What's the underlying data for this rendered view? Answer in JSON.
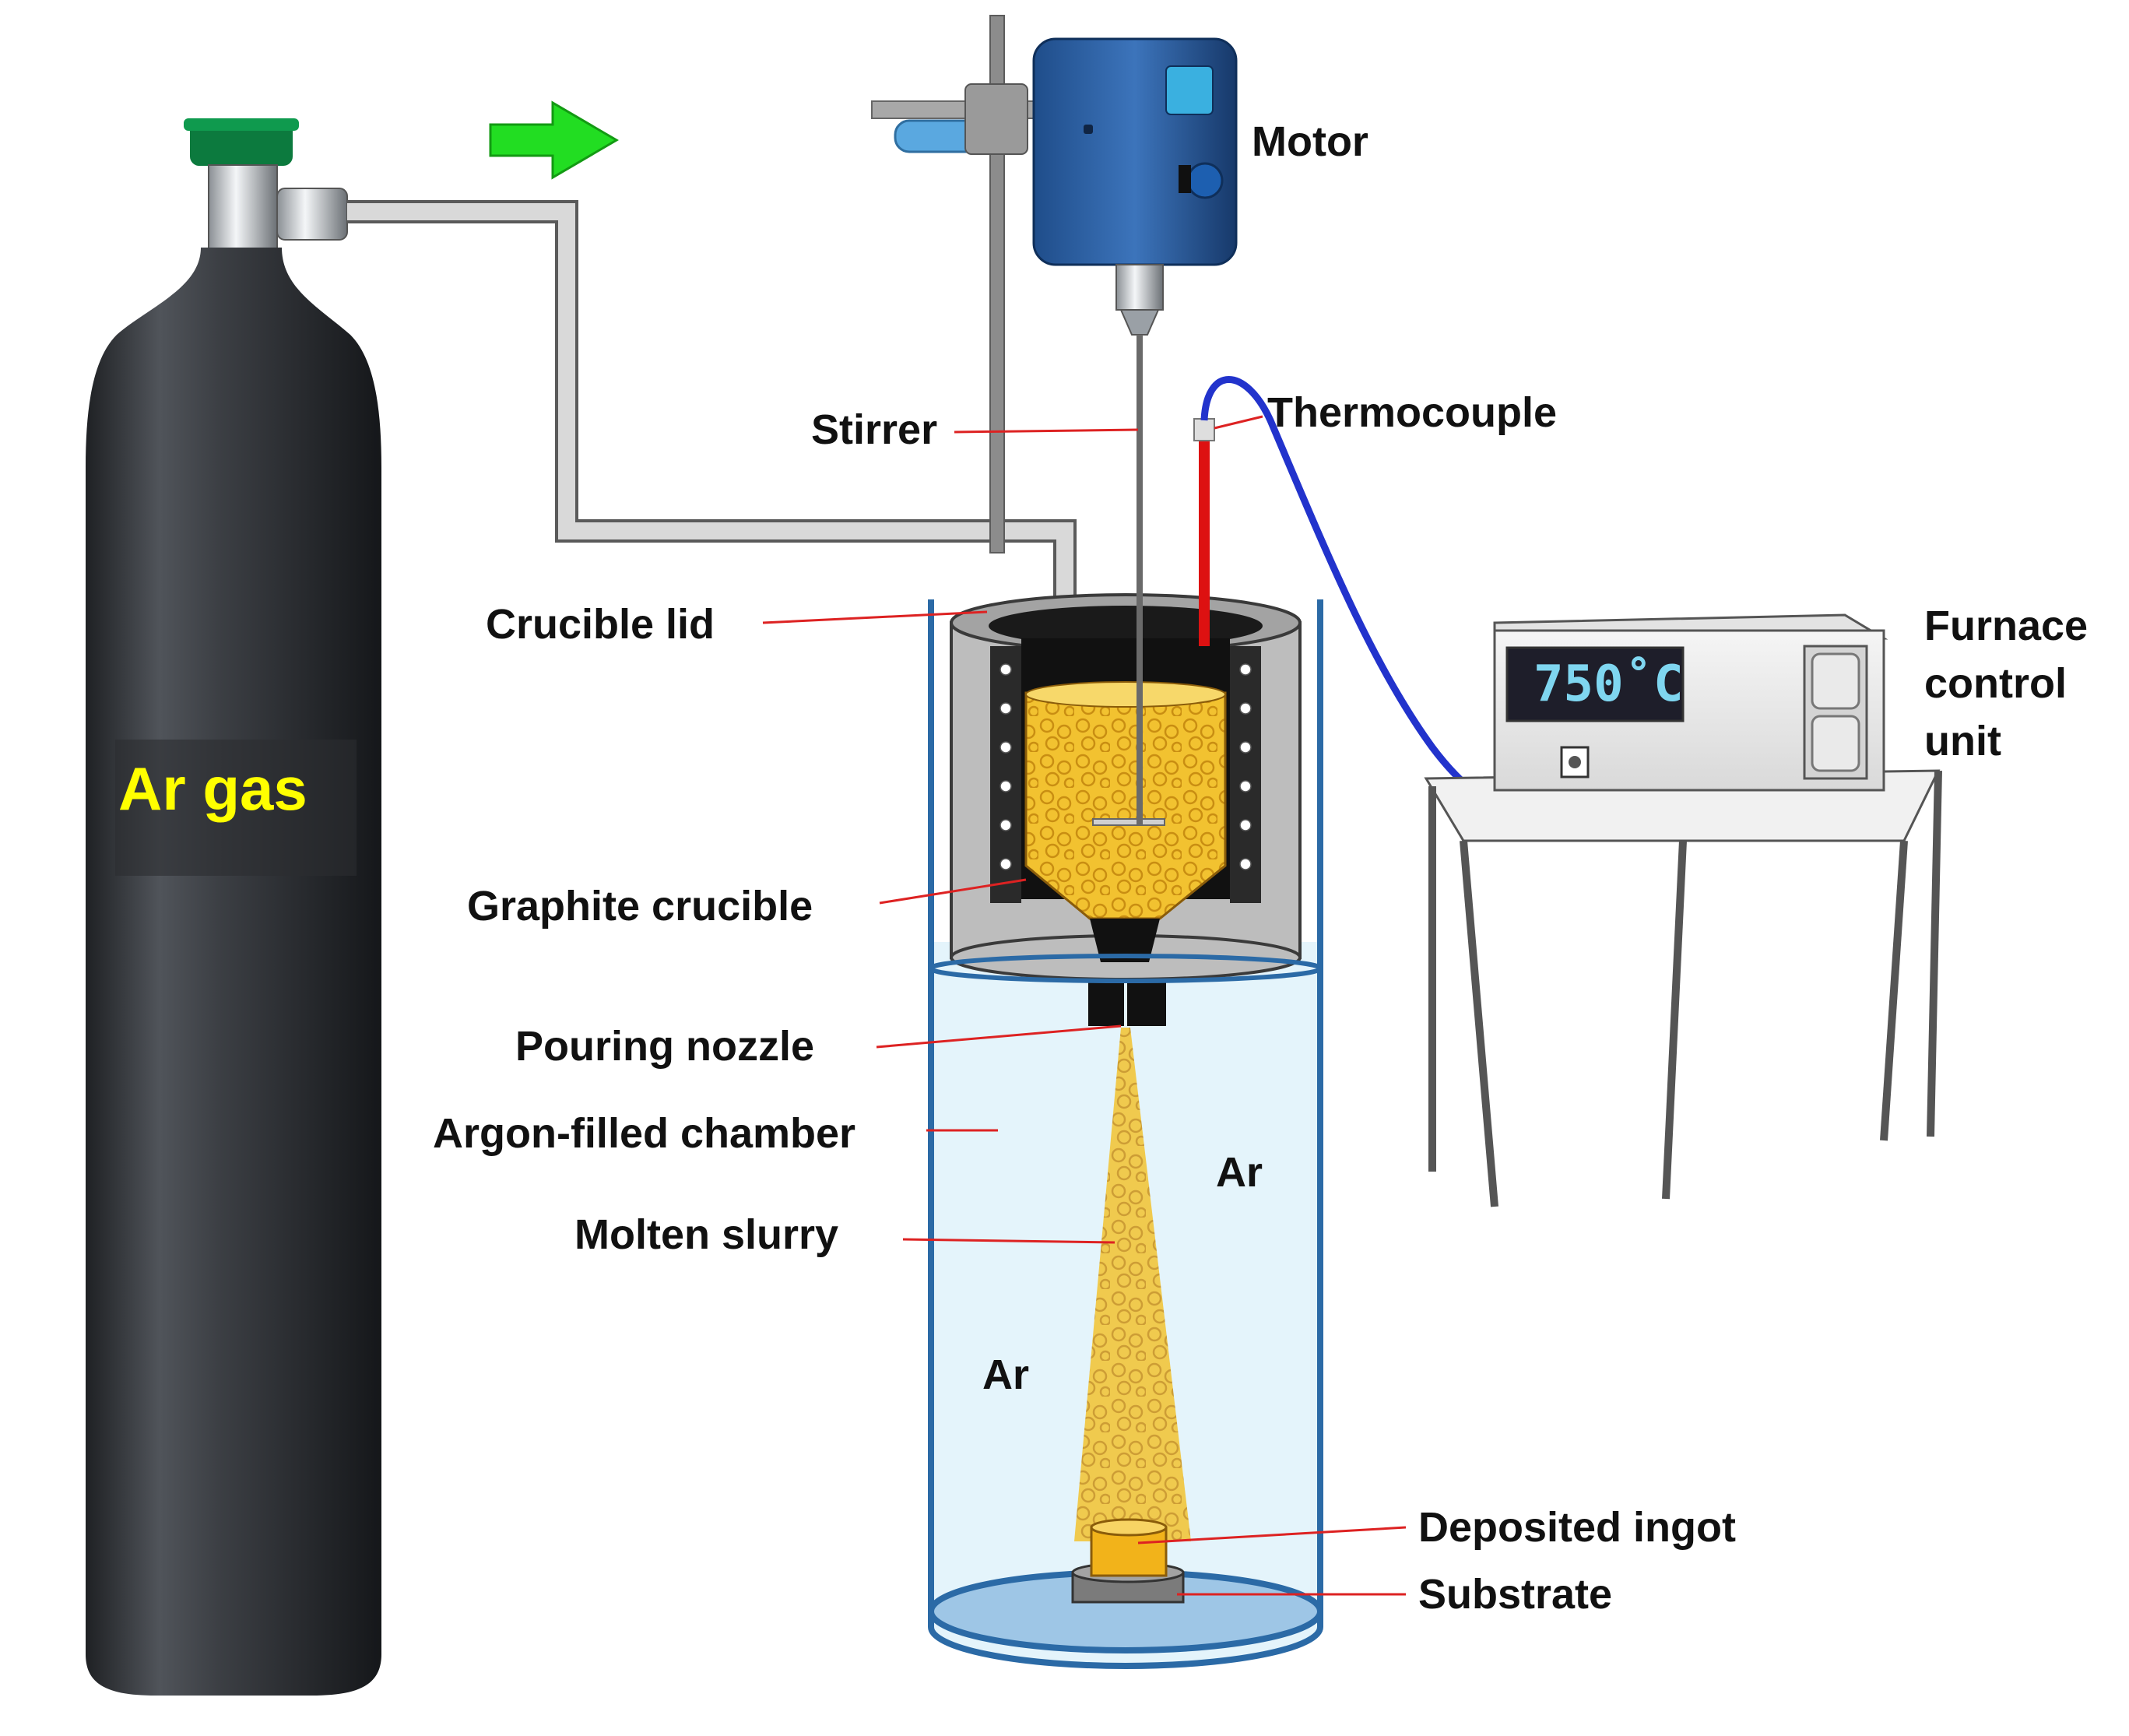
{
  "labels": {
    "motor": "Motor",
    "stirrer": "Stirrer",
    "thermocouple": "Thermocouple",
    "crucible_lid": "Crucible lid",
    "graphite_crucible": "Graphite crucible",
    "pouring_nozzle": "Pouring nozzle",
    "argon_chamber": "Argon-filled chamber",
    "molten_slurry": "Molten slurry",
    "deposited_ingot": "Deposited ingot",
    "substrate": "Substrate",
    "furnace_line1": "Furnace",
    "furnace_line2": "control",
    "furnace_line3": "unit",
    "ar_upper": "Ar",
    "ar_lower": "Ar"
  },
  "cylinder_label": "Ar gas",
  "furnace_display": "750˚C",
  "icons": [
    "gas-flow-arrow-icon",
    "control-knob-icon",
    "power-socket-icon"
  ],
  "colors": {
    "cylinder": "#3a3d40",
    "valve_cap": "#0c7a3e",
    "flow_arrow": "#22dd22",
    "chamber_fill": "#e4f4fb",
    "chamber_outline": "#2b6aa6",
    "slurry": "#f2c230",
    "thermocouple_wire": "#2233cc",
    "thermocouple_probe": "#dd1111",
    "leader_lines": "#dd2222",
    "display_text": "#7fd6f0"
  }
}
